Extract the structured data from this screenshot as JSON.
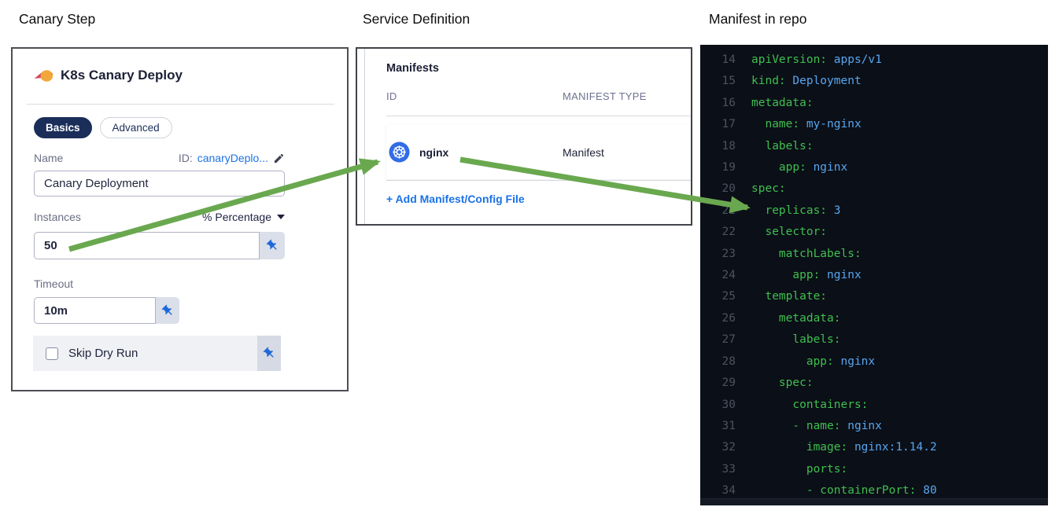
{
  "titles": {
    "panel1": "Canary Step",
    "panel2": "Service Definition",
    "panel3": "Manifest in repo"
  },
  "canary_step": {
    "header": "K8s Canary Deploy",
    "tabs": [
      {
        "label": "Basics",
        "active": true
      },
      {
        "label": "Advanced",
        "active": false
      }
    ],
    "name_label": "Name",
    "id_prefix": "ID:",
    "id_value": "canaryDeplo...",
    "name_value": "Canary Deployment",
    "instances_label": "Instances",
    "instances_unit": "% Percentage",
    "instances_value": "50",
    "timeout_label": "Timeout",
    "timeout_value": "10m",
    "skip_dry_run_label": "Skip Dry Run",
    "skip_dry_run_checked": false
  },
  "service_definition": {
    "section_title": "Manifests",
    "columns": [
      "ID",
      "MANIFEST TYPE"
    ],
    "rows": [
      {
        "id": "nginx",
        "type": "Manifest",
        "icon": "kubernetes-icon"
      }
    ],
    "add_link": "+ Add Manifest/Config File"
  },
  "editor": {
    "lines": [
      {
        "num": 14,
        "indent": 0,
        "dash": false,
        "key": "apiVersion",
        "value": "apps/v1"
      },
      {
        "num": 15,
        "indent": 0,
        "dash": false,
        "key": "kind",
        "value": "Deployment"
      },
      {
        "num": 16,
        "indent": 0,
        "dash": false,
        "key": "metadata",
        "value": ""
      },
      {
        "num": 17,
        "indent": 2,
        "dash": false,
        "key": "name",
        "value": "my-nginx"
      },
      {
        "num": 18,
        "indent": 2,
        "dash": false,
        "key": "labels",
        "value": ""
      },
      {
        "num": 19,
        "indent": 4,
        "dash": false,
        "key": "app",
        "value": "nginx"
      },
      {
        "num": 20,
        "indent": 0,
        "dash": false,
        "key": "spec",
        "value": ""
      },
      {
        "num": 21,
        "indent": 2,
        "dash": false,
        "key": "replicas",
        "value": "3"
      },
      {
        "num": 22,
        "indent": 2,
        "dash": false,
        "key": "selector",
        "value": ""
      },
      {
        "num": 23,
        "indent": 4,
        "dash": false,
        "key": "matchLabels",
        "value": ""
      },
      {
        "num": 24,
        "indent": 6,
        "dash": false,
        "key": "app",
        "value": "nginx"
      },
      {
        "num": 25,
        "indent": 2,
        "dash": false,
        "key": "template",
        "value": ""
      },
      {
        "num": 26,
        "indent": 4,
        "dash": false,
        "key": "metadata",
        "value": ""
      },
      {
        "num": 27,
        "indent": 6,
        "dash": false,
        "key": "labels",
        "value": ""
      },
      {
        "num": 28,
        "indent": 8,
        "dash": false,
        "key": "app",
        "value": "nginx"
      },
      {
        "num": 29,
        "indent": 4,
        "dash": false,
        "key": "spec",
        "value": ""
      },
      {
        "num": 30,
        "indent": 6,
        "dash": false,
        "key": "containers",
        "value": ""
      },
      {
        "num": 31,
        "indent": 6,
        "dash": true,
        "key": "name",
        "value": "nginx"
      },
      {
        "num": 32,
        "indent": 8,
        "dash": false,
        "key": "image",
        "value": "nginx:1.14.2"
      },
      {
        "num": 33,
        "indent": 8,
        "dash": false,
        "key": "ports",
        "value": ""
      },
      {
        "num": 34,
        "indent": 8,
        "dash": true,
        "key": "containerPort",
        "value": "80"
      }
    ]
  },
  "colors": {
    "arrow_green": "#6aa84f",
    "accent_blue": "#1a72e8",
    "tab_navy": "#1b2e5a",
    "code_bg": "#0b0f17",
    "code_key_green": "#3fbf4f",
    "code_value_blue": "#57a6f0",
    "kubernetes_blue": "#326ce5"
  }
}
